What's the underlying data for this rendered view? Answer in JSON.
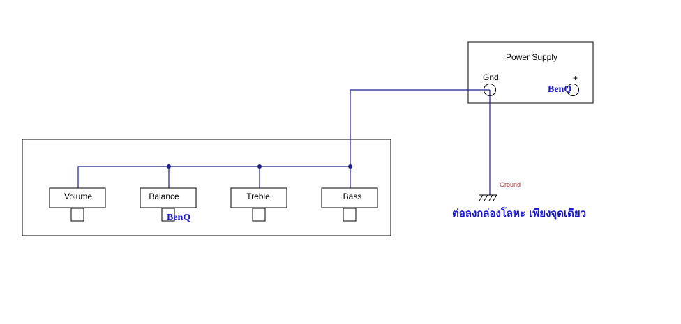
{
  "power_supply": {
    "title": "Power Supply",
    "gnd_label": "Gnd",
    "plus_label": "+",
    "brand": "BenQ"
  },
  "ground": {
    "label": "Ground",
    "note": "ต่อลงกล่องโลหะ เพียงจุดเดียว"
  },
  "controls": [
    {
      "label": "Volume"
    },
    {
      "label": "Balance"
    },
    {
      "label": "Treble"
    },
    {
      "label": "Bass"
    }
  ],
  "balance_brand": "BenQ",
  "colors": {
    "wire": "#1f1f8f",
    "brand_text": "#1a1acc",
    "ground_label": "#b03030"
  }
}
